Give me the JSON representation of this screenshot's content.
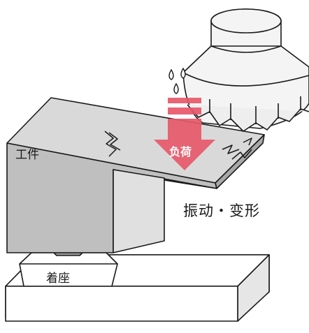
{
  "labels": {
    "workpiece": "工件",
    "load": "负荷",
    "vibration_deformation": "振动・变形",
    "seat": "着座"
  },
  "colors": {
    "workpiece_front": "#bdbdbd",
    "workpiece_top": "#d9d9d9",
    "load_arrow": "#e8596b",
    "outline": "#1a1a1a",
    "base": "#ffffff"
  },
  "icons": [
    "milling-cutter-icon",
    "coolant-drops-icon",
    "crack-icon",
    "load-arrow-icon"
  ]
}
